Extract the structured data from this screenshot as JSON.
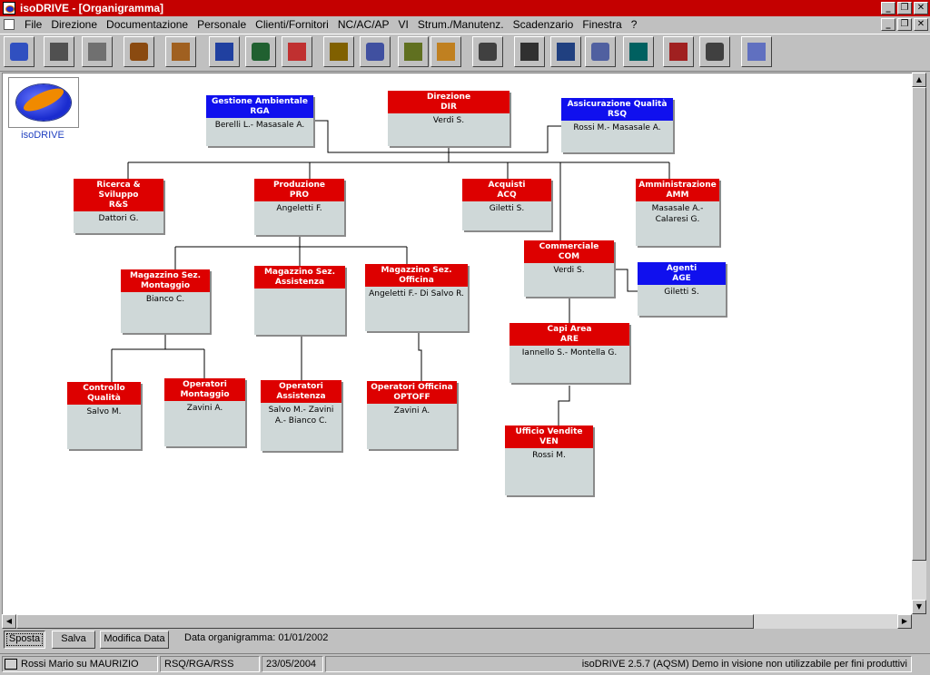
{
  "window": {
    "title": "isoDRIVE - [Organigramma]"
  },
  "menu": [
    "File",
    "Direzione",
    "Documentazione",
    "Personale",
    "Clienti/Fornitori",
    "NC/AC/AP",
    "VI",
    "Strum./Manutenz.",
    "Scadenzario",
    "Finestra",
    "?"
  ],
  "toolbar_icons": [
    "floppy-disk-icon",
    "printer-icon",
    "document-list-icon",
    "gavel-icon",
    "open-book-icon",
    "person-icon",
    "org-chart-icon",
    "presentation-icon",
    "stairs-icon",
    "scales-icon",
    "hand-truck-icon",
    "boxes-icon",
    "satellite-icon",
    "phone-icon",
    "car-icon",
    "magnifier-icon",
    "calendar-clock-icon",
    "thermometer-icon",
    "stopwatch-icon",
    "bell-icon"
  ],
  "logo": {
    "name": "isoDRIVE"
  },
  "nodes": [
    {
      "id": "rga",
      "head": [
        "Gestione Ambientale",
        "RGA"
      ],
      "body": "Berelli L.-  Masasale A.",
      "color": "blue"
    },
    {
      "id": "dir",
      "head": [
        "Direzione",
        "DIR"
      ],
      "body": "Verdi S.",
      "color": "red"
    },
    {
      "id": "rsq",
      "head": [
        "Assicurazione Qualità",
        "RSQ"
      ],
      "body": "Rossi M.-  Masasale A.",
      "color": "blue"
    },
    {
      "id": "rs",
      "head": [
        "Ricerca & Sviluppo",
        "R&S"
      ],
      "body": "Dattori G.",
      "color": "red"
    },
    {
      "id": "pro",
      "head": [
        "Produzione",
        "PRO"
      ],
      "body": "Angeletti F.",
      "color": "red"
    },
    {
      "id": "acq",
      "head": [
        "Acquisti",
        "ACQ"
      ],
      "body": "Giletti S.",
      "color": "red"
    },
    {
      "id": "amm",
      "head": [
        "Amministrazione",
        "AMM"
      ],
      "body": "Masasale A.-  Calaresi G.",
      "color": "red"
    },
    {
      "id": "magmont",
      "head": [
        "Magazzino Sez.",
        "Montaggio"
      ],
      "body": "Bianco C.",
      "color": "red"
    },
    {
      "id": "magass",
      "head": [
        "Magazzino Sez.",
        "Assistenza"
      ],
      "body": "",
      "color": "red"
    },
    {
      "id": "magoff",
      "head": [
        "Magazzino Sez.",
        "Officina"
      ],
      "body": "Angeletti F.-  Di Salvo R.",
      "color": "red"
    },
    {
      "id": "com",
      "head": [
        "Commerciale",
        "COM"
      ],
      "body": "Verdi S.",
      "color": "red"
    },
    {
      "id": "age",
      "head": [
        "Agenti",
        "AGE"
      ],
      "body": "Giletti S.",
      "color": "blue"
    },
    {
      "id": "are",
      "head": [
        "Capi Area",
        "ARE"
      ],
      "body": "Iannello S.-  Montella G.",
      "color": "red"
    },
    {
      "id": "cq",
      "head": [
        "Controllo",
        "Qualità"
      ],
      "body": "Salvo M.",
      "color": "red"
    },
    {
      "id": "opmont",
      "head": [
        "Operatori",
        "Montaggio"
      ],
      "body": "Zavini A.",
      "color": "red"
    },
    {
      "id": "opass",
      "head": [
        "Operatori",
        "Assistenza"
      ],
      "body": "Salvo M.-  Zavini A.-  Bianco C.",
      "color": "red"
    },
    {
      "id": "optoff",
      "head": [
        "Operatori Officina",
        "OPTOFF"
      ],
      "body": "Zavini A.",
      "color": "red"
    },
    {
      "id": "ven",
      "head": [
        "Ufficio Vendite",
        "VEN"
      ],
      "body": "Rossi M.",
      "color": "red"
    }
  ],
  "buttons": {
    "sposta": "Sposta",
    "salva": "Salva",
    "modifica": "Modifica Data"
  },
  "date_label": "Data organigramma: 01/01/2002",
  "status": {
    "user": "Rossi Mario su MAURIZIO",
    "roles": "RSQ/RGA/RSS",
    "date": "23/05/2004",
    "version": "isoDRIVE 2.5.7 (AQSM) Demo in visione non utilizzabile per fini produttivi"
  }
}
